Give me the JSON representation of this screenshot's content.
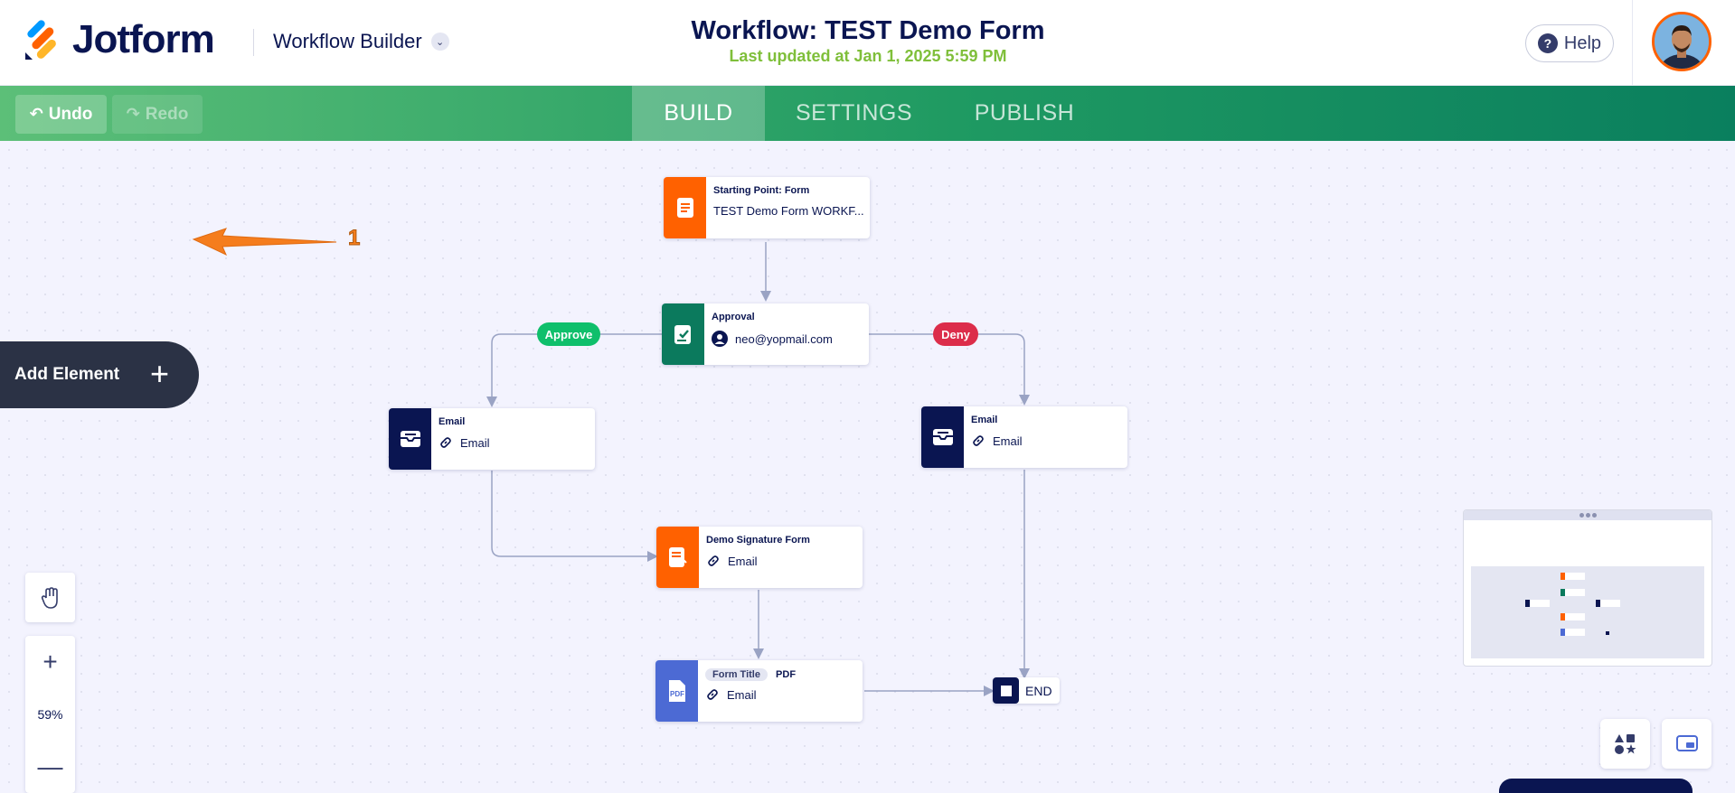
{
  "header": {
    "logo_text": "Jotform",
    "product_name": "Workflow Builder",
    "workflow_title": "Workflow: TEST Demo Form",
    "last_updated": "Last updated at Jan 1, 2025 5:59 PM",
    "help_label": "Help"
  },
  "toolbar": {
    "undo_label": "Undo",
    "redo_label": "Redo",
    "tabs": [
      {
        "label": "BUILD",
        "active": true
      },
      {
        "label": "SETTINGS",
        "active": false
      },
      {
        "label": "PUBLISH",
        "active": false
      }
    ]
  },
  "canvas": {
    "add_element_label": "Add Element",
    "annotation_number": "1",
    "nodes": {
      "start": {
        "title": "Starting Point: Form",
        "subtitle": "TEST Demo Form WORKF..."
      },
      "approval": {
        "title": "Approval",
        "subtitle": "neo@yopmail.com"
      },
      "email_left": {
        "title": "Email",
        "subtitle": "Email"
      },
      "email_right": {
        "title": "Email",
        "subtitle": "Email"
      },
      "signature": {
        "title": "Demo Signature Form",
        "subtitle": "Email"
      },
      "pdf": {
        "chip": "Form Title",
        "title": "PDF",
        "subtitle": "Email"
      },
      "end": {
        "label": "END"
      }
    },
    "branches": {
      "approve": "Approve",
      "deny": "Deny"
    },
    "zoom_level": "59%"
  },
  "colors": {
    "form_orange": "#ff6100",
    "approval_green": "#0b7a5d",
    "email_navy": "#0a1551",
    "pdf_blue": "#4c6ad4",
    "approve_pill": "#0fbf6b",
    "deny_pill": "#dc2d4a",
    "annotation_arrow": "#f57d1d"
  }
}
